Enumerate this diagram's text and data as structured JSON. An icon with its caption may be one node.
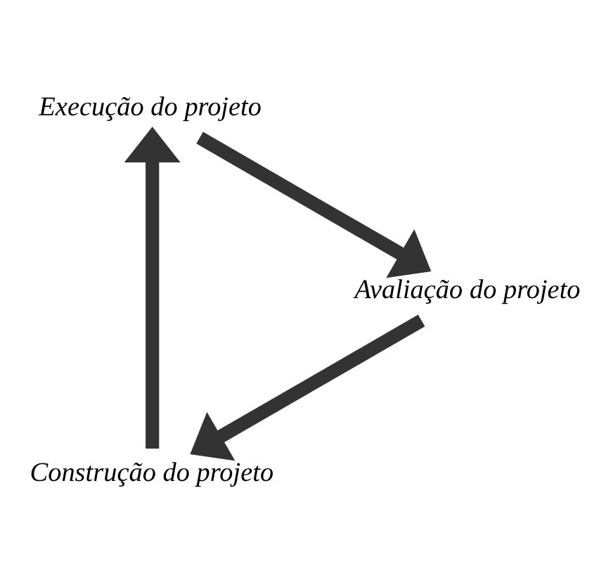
{
  "diagram": {
    "nodes": [
      {
        "text": [
          "Construção do projeto"
        ]
      },
      {
        "text": [
          "Execução do projeto"
        ]
      },
      {
        "text": [
          "Avaliação do projeto"
        ]
      }
    ],
    "edges": [
      {
        "from": 0,
        "to": 1,
        "arrow": "to"
      },
      {
        "from": 1,
        "to": 2,
        "arrow": "to"
      },
      {
        "from": 2,
        "to": 0,
        "arrow": "to"
      }
    ]
  }
}
